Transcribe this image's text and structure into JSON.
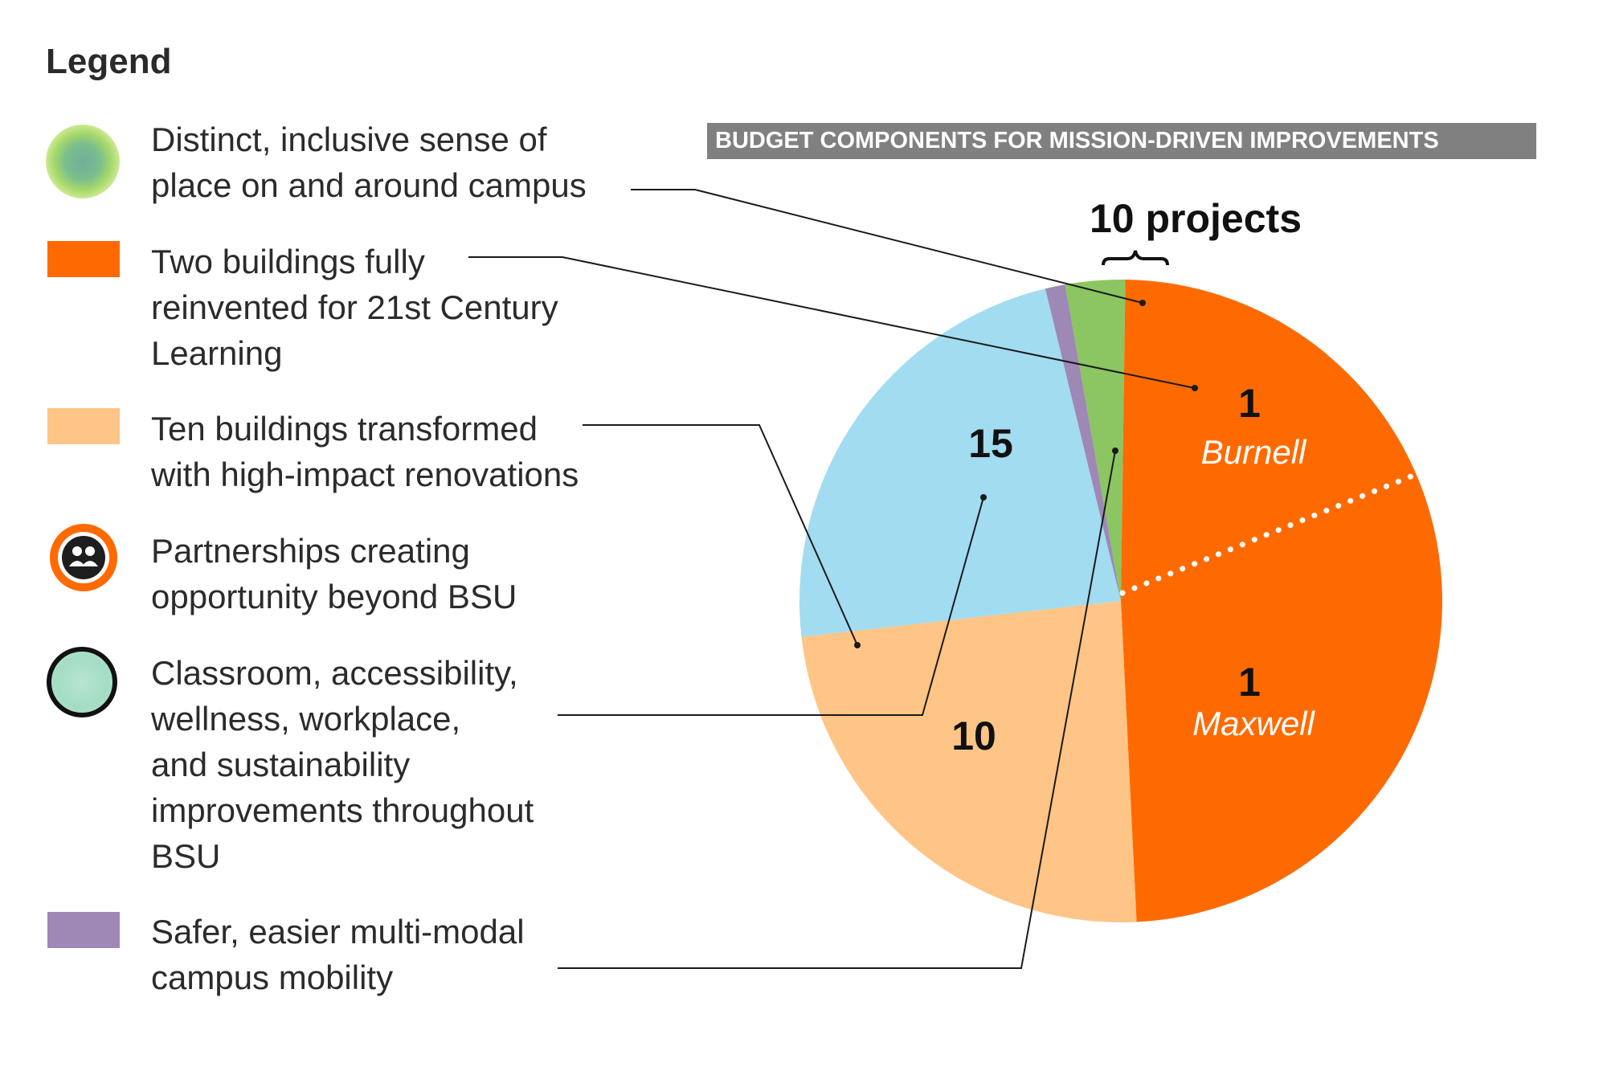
{
  "legend": {
    "title": "Legend",
    "items": [
      {
        "label": "Distinct, inclusive sense of\nplace on and around campus",
        "icon": "green-glow-circle-icon",
        "color": "#86C96A"
      },
      {
        "label": "Two buildings fully\nreinvented for 21st Century\nLearning",
        "icon": "orange-square-swatch",
        "color": "#FF6A00"
      },
      {
        "label": "Ten buildings transformed\nwith high-impact renovations",
        "icon": "peach-square-swatch",
        "color": "#FFC586"
      },
      {
        "label": "Partnerships creating\nopportunity beyond BSU",
        "icon": "people-group-icon",
        "color": "#FF6A00"
      },
      {
        "label": "Classroom, accessibility,\nwellness, workplace,\nand sustainability\nimprovements throughout\nBSU",
        "icon": "mint-circle-icon",
        "color": "#A8DEC8"
      },
      {
        "label": "Safer, easier multi-modal\ncampus mobility",
        "icon": "purple-square-swatch",
        "color": "#9E88B5"
      }
    ]
  },
  "chart_data": {
    "type": "pie",
    "title": "BUDGET COMPONENTS FOR MISSION-DRIVEN IMPROVEMENTS",
    "slices": [
      {
        "name": "Distinct, inclusive sense of place on and around campus",
        "value": 3,
        "color": "#8BC662"
      },
      {
        "name": "Two buildings fully reinvented for 21st Century Learning",
        "value": 49,
        "color": "#FF6A00"
      },
      {
        "name": "Ten buildings transformed with high-impact renovations",
        "value": 24,
        "color": "#FFC586"
      },
      {
        "name": "Classroom, accessibility, wellness, workplace, and sustainability improvements throughout BSU",
        "value": 23,
        "color": "#A2DCF0"
      },
      {
        "name": "Safer, easier multi-modal campus mobility",
        "value": 1,
        "color": "#9E88B5"
      }
    ],
    "subdivisions": [
      {
        "count": "1",
        "name": "Burnell"
      },
      {
        "count": "1",
        "name": "Maxwell"
      }
    ],
    "labels": {
      "classroom_count": "15",
      "renovations_count": "10",
      "projects_bracket": "10 projects"
    }
  }
}
